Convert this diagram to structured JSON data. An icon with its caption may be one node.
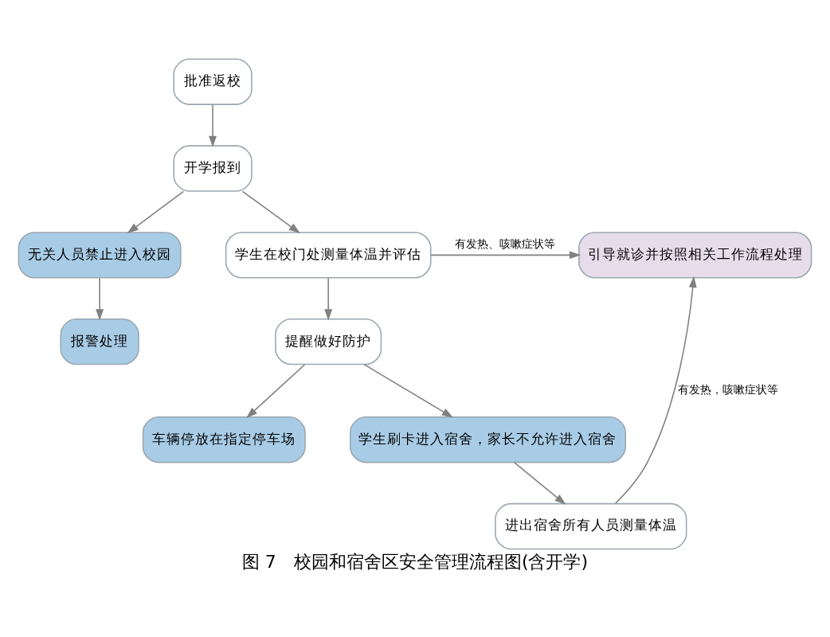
{
  "diagram": {
    "caption": "图 7　校园和宿舍区安全管理流程图(含开学)",
    "nodes": [
      {
        "text": [
          "批准返校"
        ]
      },
      {
        "text": [
          "开学报到"
        ]
      },
      {
        "text": [
          "无关人员禁止进入校园"
        ]
      },
      {
        "text": [
          "学生在校门处测量体温并评估"
        ]
      },
      {
        "text": [
          "引导就诊并按照相关工作流程处理"
        ]
      },
      {
        "text": [
          "报警处理"
        ]
      },
      {
        "text": [
          "提醒做好防护"
        ]
      },
      {
        "text": [
          "车辆停放在指定停车场"
        ]
      },
      {
        "text": [
          "学生刷卡进入宿舍，家长不允许进入宿舍"
        ]
      },
      {
        "text": [
          "进出宿舍所有人员测量体温"
        ]
      }
    ],
    "edges": [
      {
        "from": 0,
        "to": 1,
        "arrow": "to"
      },
      {
        "from": 1,
        "to": 2,
        "arrow": "to"
      },
      {
        "from": 1,
        "to": 3,
        "arrow": "to"
      },
      {
        "from": 3,
        "to": 4,
        "arrow": "to",
        "label": "有发热、咳嗽症状等"
      },
      {
        "from": 2,
        "to": 5,
        "arrow": "to"
      },
      {
        "from": 3,
        "to": 6,
        "arrow": "to"
      },
      {
        "from": 6,
        "to": 7,
        "arrow": "to"
      },
      {
        "from": 6,
        "to": 8,
        "arrow": "to"
      },
      {
        "from": 8,
        "to": 9,
        "arrow": "to"
      },
      {
        "from": 9,
        "to": 4,
        "arrow": "to",
        "label": "有发热，咳嗽症状等"
      }
    ]
  }
}
